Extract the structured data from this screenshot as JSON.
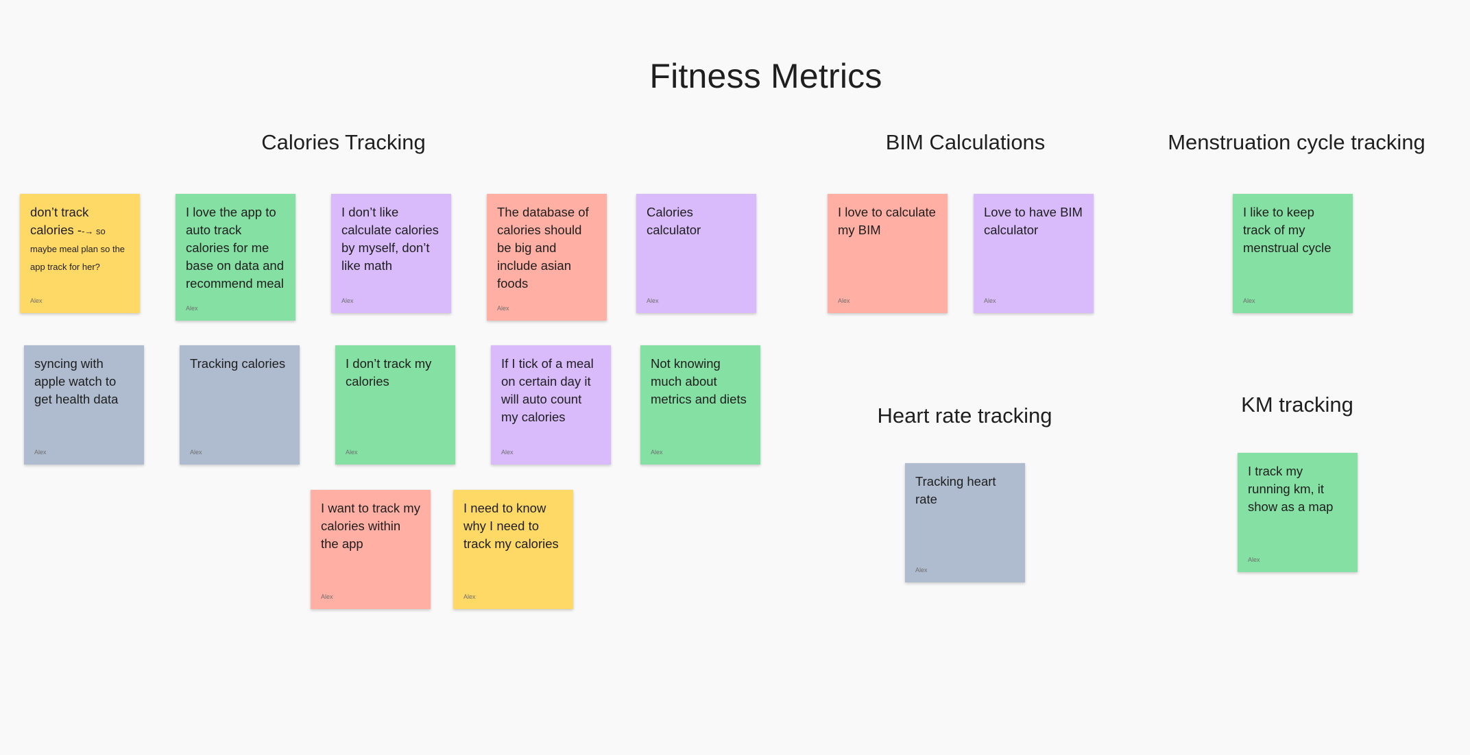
{
  "board": {
    "title": "Fitness Metrics",
    "colors": {
      "yellow": "#ffd966",
      "green": "#85e0a3",
      "purple": "#d9bbfb",
      "red": "#ffafa3",
      "gray": "#afbccf",
      "background": "#f9f9f9"
    }
  },
  "sections": {
    "calories": {
      "title": "Calories Tracking"
    },
    "bim": {
      "title": "BIM Calculations"
    },
    "menstruation": {
      "title": "Menstruation cycle tracking"
    },
    "heart": {
      "title": "Heart rate tracking"
    },
    "km": {
      "title": "KM tracking"
    }
  },
  "notes": {
    "n1": {
      "text_main": "don’t track calories -",
      "text_small": "-→ so maybe meal plan so the app track for her?",
      "author": "Alex",
      "color": "yellow"
    },
    "n2": {
      "text": "I love the app to auto track calories for me base on data and recommend meal",
      "author": "Alex",
      "color": "green"
    },
    "n3": {
      "text": "I don’t like calculate calories by myself, don’t like math",
      "author": "Alex",
      "color": "purple"
    },
    "n4": {
      "text": "The database of calories should be big and include asian foods",
      "author": "Alex",
      "color": "red"
    },
    "n5": {
      "text": "Calories calculator",
      "author": "Alex",
      "color": "purple"
    },
    "n6": {
      "text": "syncing with apple watch to get health data",
      "author": "Alex",
      "color": "gray"
    },
    "n7": {
      "text": "Tracking calories",
      "author": "Alex",
      "color": "gray"
    },
    "n8": {
      "text": "I don’t track my calories",
      "author": "Alex",
      "color": "green"
    },
    "n9": {
      "text": "If I tick of a meal on certain day it will auto count my calories",
      "author": "Alex",
      "color": "purple"
    },
    "n10": {
      "text": "Not knowing much about metrics and diets",
      "author": "Alex",
      "color": "green"
    },
    "n11": {
      "text": "I want to track my calories within the app",
      "author": "Alex",
      "color": "red"
    },
    "n12": {
      "text": "I need to know why I need to track my calories",
      "author": "Alex",
      "color": "yellow"
    },
    "b1": {
      "text": "I love to calculate my BIM",
      "author": "Alex",
      "color": "red"
    },
    "b2": {
      "text": "Love to have BIM calculator",
      "author": "Alex",
      "color": "purple"
    },
    "m1": {
      "text": "I like to keep track of my menstrual cycle",
      "author": "Alex",
      "color": "green"
    },
    "h1": {
      "text": "Tracking heart rate",
      "author": "Alex",
      "color": "gray"
    },
    "k1": {
      "text": "I track my running km, it show as a map",
      "author": "Alex",
      "color": "green"
    }
  }
}
